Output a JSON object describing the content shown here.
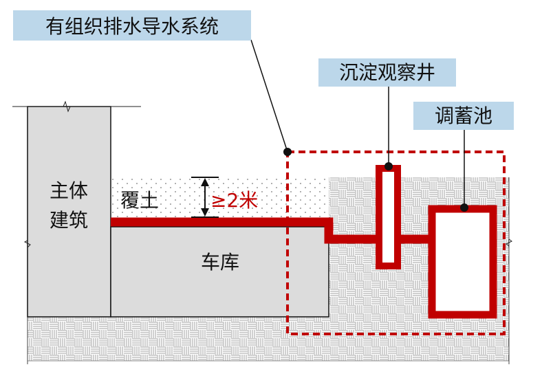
{
  "labels": {
    "system": "有组织排水导水系统",
    "sediment": "沉淀观察井",
    "tank": "调蓄池",
    "building_line1": "主体",
    "building_line2": "建筑",
    "soil": "覆土",
    "depth": "≥2米",
    "garage": "车库"
  },
  "colors": {
    "pipe": "#c00000",
    "callout_bg": "#bcd7ea",
    "building_fill": "#dcdcdc",
    "outline": "#111111"
  }
}
